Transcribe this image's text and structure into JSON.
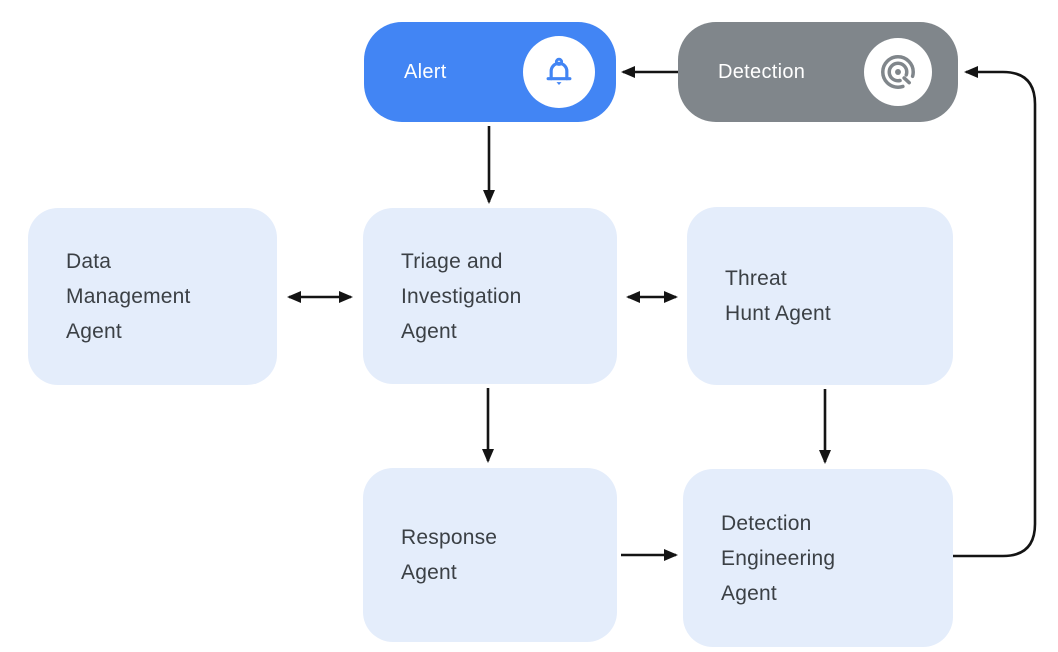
{
  "pills": {
    "alert": {
      "label": "Alert",
      "icon": "bell-icon",
      "bg_color": "#4285F4"
    },
    "detection": {
      "label": "Detection",
      "icon": "spiral-target-icon",
      "bg_color": "#80868B"
    }
  },
  "nodes": {
    "data_management": {
      "lines": [
        "Data",
        "Management",
        "Agent"
      ]
    },
    "triage": {
      "lines": [
        "Triage and",
        "Investigation",
        "Agent"
      ]
    },
    "threat_hunt": {
      "lines": [
        "Threat",
        "Hunt Agent"
      ]
    },
    "response": {
      "lines": [
        "Response",
        "Agent"
      ]
    },
    "detection_engineering": {
      "lines": [
        "Detection",
        "Engineering",
        "Agent"
      ]
    }
  },
  "edges": [
    {
      "from": "Detection",
      "to": "Alert",
      "type": "arrow"
    },
    {
      "from": "Alert",
      "to": "Triage and Investigation Agent",
      "type": "arrow"
    },
    {
      "from": "Data Management Agent",
      "to": "Triage and Investigation Agent",
      "type": "bidirectional"
    },
    {
      "from": "Triage and Investigation Agent",
      "to": "Threat Hunt Agent",
      "type": "bidirectional"
    },
    {
      "from": "Triage and Investigation Agent",
      "to": "Response Agent",
      "type": "arrow"
    },
    {
      "from": "Threat Hunt Agent",
      "to": "Detection Engineering Agent",
      "type": "arrow"
    },
    {
      "from": "Response Agent",
      "to": "Detection Engineering Agent",
      "type": "arrow"
    },
    {
      "from": "Detection Engineering Agent",
      "to": "Detection",
      "type": "feedback-loop"
    }
  ],
  "colors": {
    "alert_bg": "#4285F4",
    "detection_bg": "#80868B",
    "node_bg": "#E4EDFB",
    "node_text": "#3B4045",
    "pill_text": "#FFFFFF",
    "icon_circle_bg": "#FFFFFF",
    "arrow": "#141414"
  }
}
